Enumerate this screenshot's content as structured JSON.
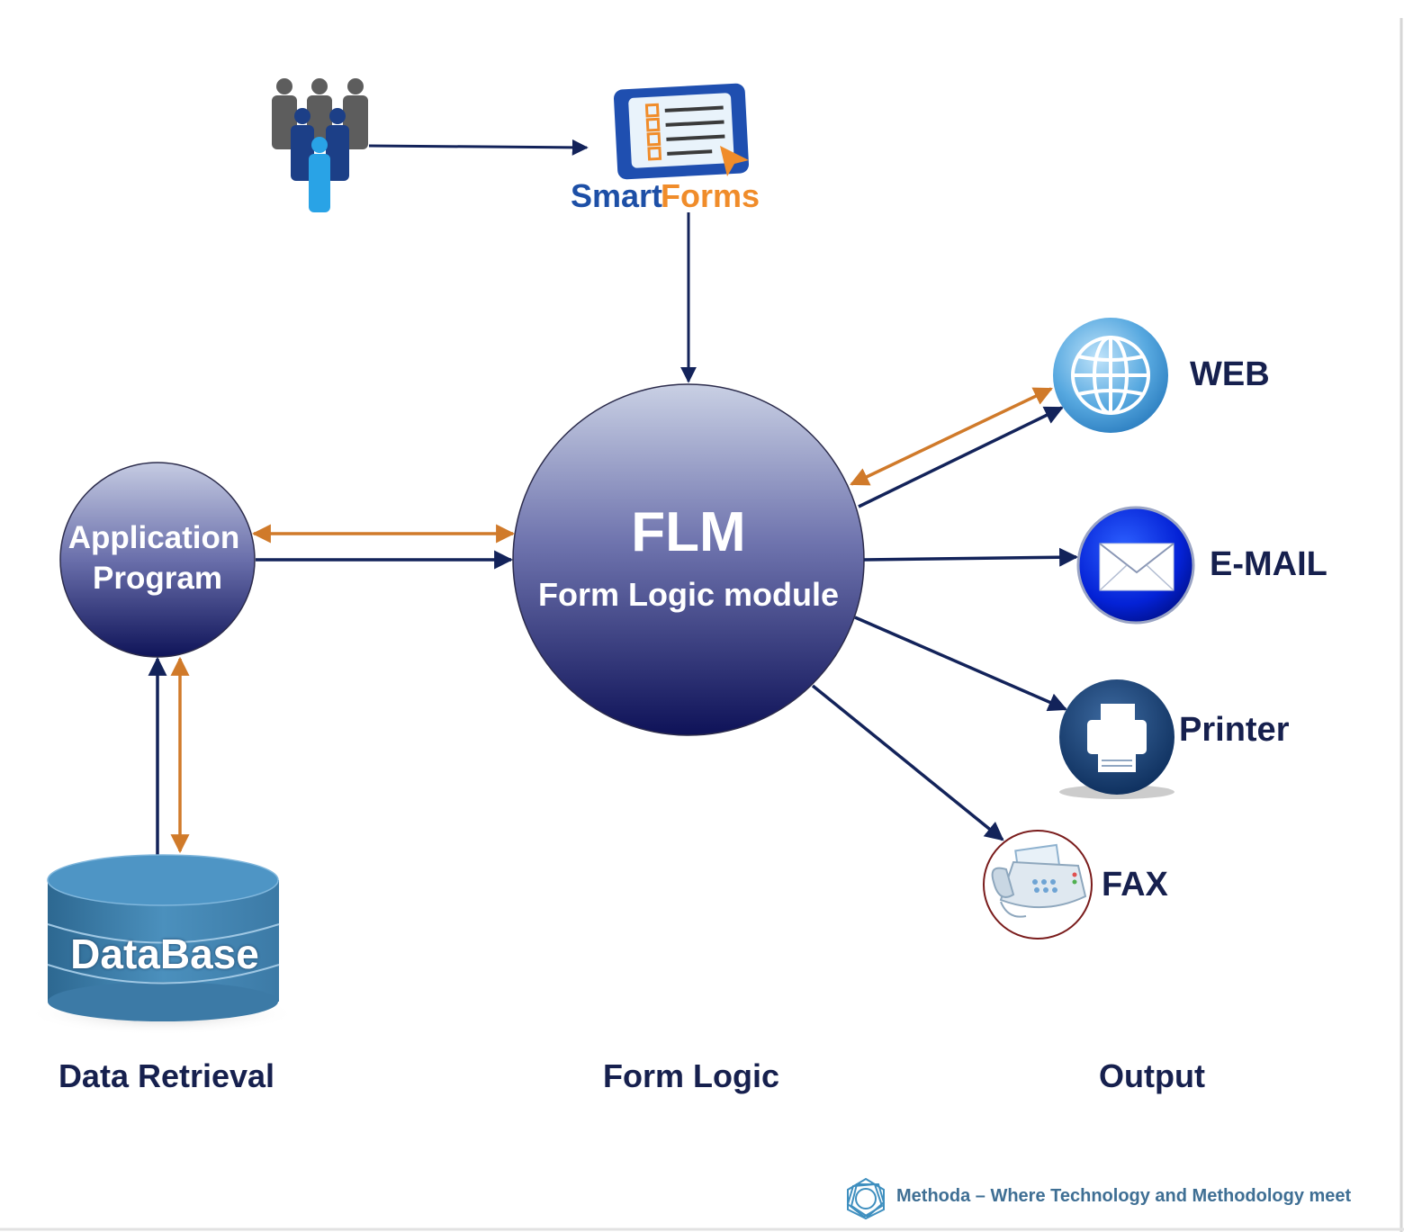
{
  "smartforms": {
    "brand_left": "Smart",
    "brand_right": "Forms"
  },
  "flm": {
    "title": "FLM",
    "subtitle": "Form Logic module"
  },
  "application": {
    "line1": "Application",
    "line2": "Program"
  },
  "database": {
    "label": "DataBase"
  },
  "outputs": {
    "web": "WEB",
    "email": "E-MAIL",
    "printer": "Printer",
    "fax": "FAX"
  },
  "sections": {
    "data_retrieval": "Data Retrieval",
    "form_logic": "Form Logic",
    "output": "Output"
  },
  "footer": {
    "text": "Methoda – Where Technology and Methodology meet"
  },
  "colors": {
    "navy_arrow": "#13235a",
    "orange_arrow": "#d07a2a",
    "label_navy": "#16204e",
    "footer_blue": "#3f6f94"
  },
  "icons": [
    "users-group-icon",
    "smartforms-logo-icon",
    "globe-icon",
    "envelope-icon",
    "printer-icon",
    "fax-icon",
    "methoda-logo-icon"
  ]
}
